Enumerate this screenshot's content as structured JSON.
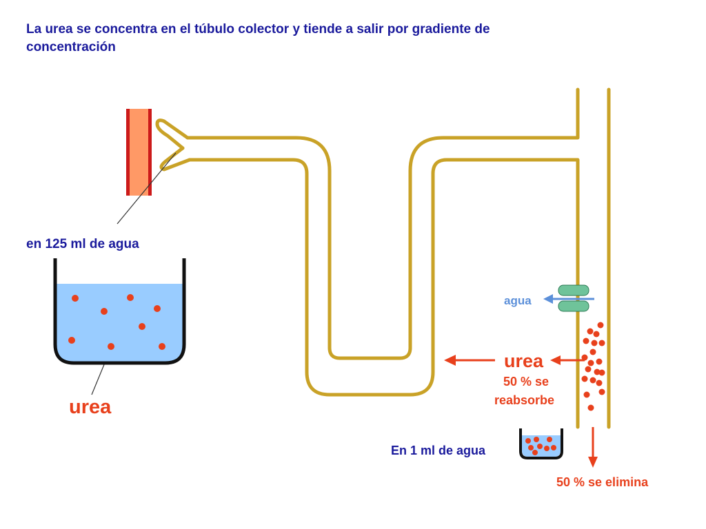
{
  "title": "La urea se concentra en el túbulo colector y tiende a salir por gradiente de concentración",
  "title_line1": "La urea se concentra en el túbulo colector y tiende a salir por gradiente de",
  "title_line2": "concentración",
  "labels": {
    "volume_125": "en 125 ml de agua",
    "urea_beaker": "urea",
    "agua": "agua",
    "urea_tubule": "urea",
    "reabsorb_line1": "50 % se",
    "reabsorb_line2": "reabsorbe",
    "volume_1": "En 1 ml de agua",
    "eliminate": "50 % se elimina"
  },
  "colors": {
    "text_blue": "#1a1a9c",
    "urea_red": "#e8401c",
    "tube_gold": "#c9a227",
    "vessel_orange": "#ff9966",
    "vessel_edge": "#cc1a1a",
    "water_blue": "#99ccff",
    "arrow_blue": "#5b8fd9",
    "channel_green": "#6fc39a"
  }
}
